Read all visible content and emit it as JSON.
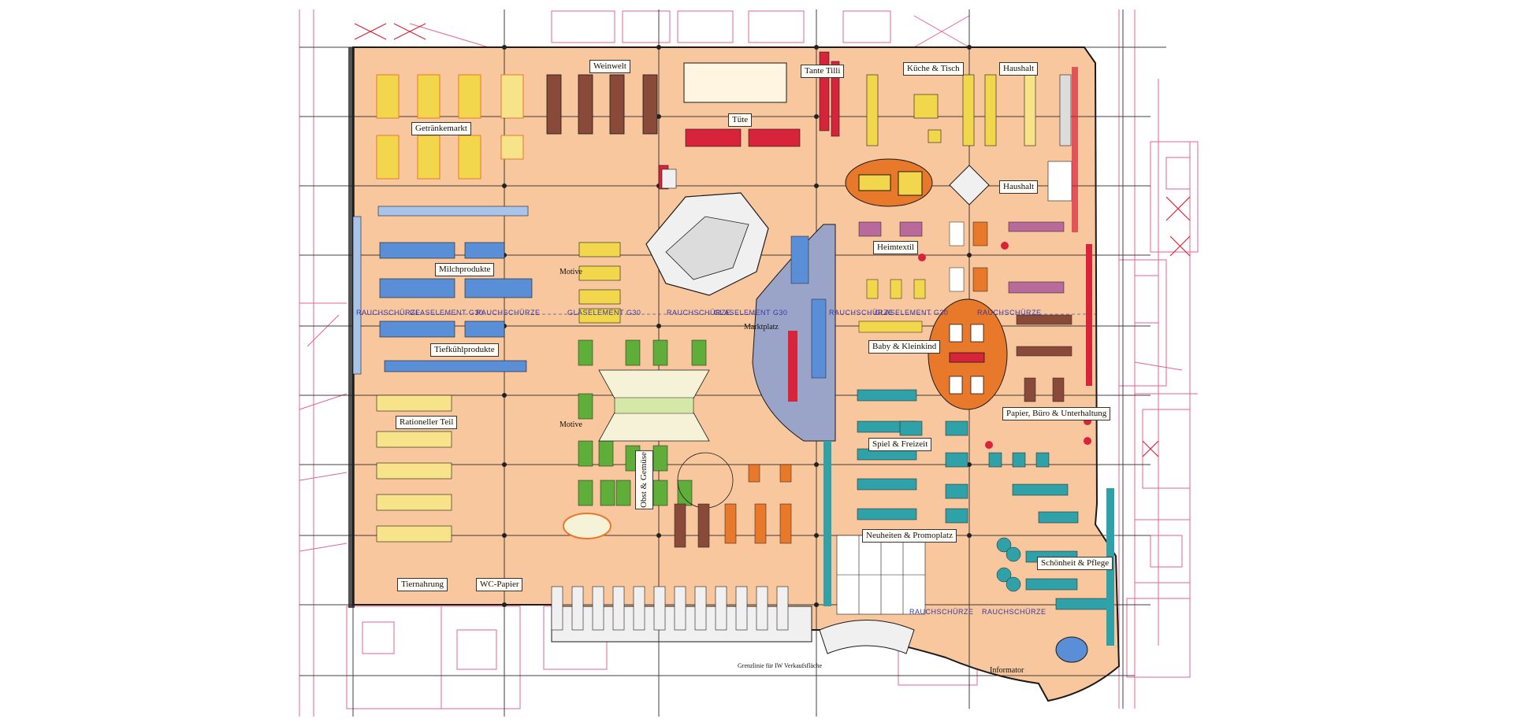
{
  "plan": {
    "colors": {
      "floor": "#f8c79e",
      "outline": "#1a1a1a",
      "annotation": "#e0306a",
      "shelf_yellow": "#f2d64b",
      "shelf_blue": "#5a8fd8",
      "shelf_green": "#5fae3a",
      "shelf_red": "#d8243a",
      "shelf_teal": "#2fa1a8",
      "shelf_brown": "#8a4a3a",
      "oval_orange": "#e8782a"
    },
    "zones": [
      {
        "id": "getraenkemarkt",
        "label": "Getränkemarkt"
      },
      {
        "id": "weinwelt",
        "label": "Weinwelt"
      },
      {
        "id": "tante-tilli",
        "label": "Tante Tilli"
      },
      {
        "id": "tuete",
        "label": "Tüte"
      },
      {
        "id": "kueche-tisch",
        "label": "Küche & Tisch"
      },
      {
        "id": "haushalt-1",
        "label": "Haushalt"
      },
      {
        "id": "haushalt-2",
        "label": "Haushalt"
      },
      {
        "id": "milchprodukte",
        "label": "Milchprodukte"
      },
      {
        "id": "heimtextil",
        "label": "Heimtextil"
      },
      {
        "id": "tiefkuehlprodukte",
        "label": "Tiefkühlprodukte"
      },
      {
        "id": "marktplatz",
        "label": "Marktplatz"
      },
      {
        "id": "baby-kleinkind",
        "label": "Baby & Kleinkind"
      },
      {
        "id": "rationeller-teil",
        "label": "Rationeller Teil"
      },
      {
        "id": "papier",
        "label": "Papier, Büro & Unterhaltung"
      },
      {
        "id": "spiel-freizeit",
        "label": "Spiel & Freizeit"
      },
      {
        "id": "obst-gemuese",
        "label": "Obst & Gemüse"
      },
      {
        "id": "neuheiten",
        "label": "Neuheiten & Promoplatz"
      },
      {
        "id": "schoenheit",
        "label": "Schönheit & Pflege"
      },
      {
        "id": "tiernahrung",
        "label": "Tiernahrung"
      },
      {
        "id": "wc-papier",
        "label": "WC-Papier"
      },
      {
        "id": "motive-1",
        "label": "Motive"
      },
      {
        "id": "motive-2",
        "label": "Motive"
      },
      {
        "id": "informator",
        "label": "Informator"
      },
      {
        "id": "grenzlinie",
        "label": "Grenzlinie für IW Verkaufsfläche"
      }
    ],
    "band": {
      "rauchschuerze": "RAUCHSCHÜRZE",
      "glaselement": "GLASELEMENT G30"
    }
  }
}
